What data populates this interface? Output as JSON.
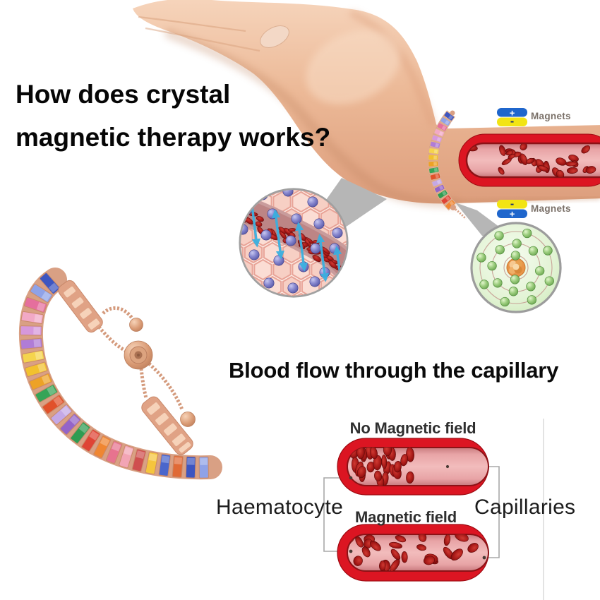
{
  "headline": {
    "line1": "How does crystal",
    "line2": "magnetic therapy works?"
  },
  "subheading": "Blood flow through the capillary",
  "magnets": {
    "label": "Magnets",
    "plus": "+",
    "minus": "-"
  },
  "capillary_diagram": {
    "top_vessel_label": "No Magnetic field",
    "bottom_vessel_label": "Magnetic field",
    "left_label": "Haematocyte",
    "right_label": "Capillaries"
  },
  "colors": {
    "magnet_blue": "#1f66cc",
    "magnet_yellow": "#f2e414",
    "magnet_minus_navy": "#1c2e6e",
    "vessel_red": "#dc1522",
    "vessel_dark_red": "#9e0b12",
    "blood_cell_red": "#a81a18",
    "skin": "#ecbb9c",
    "ion_purple": "#6a6ac0",
    "arrow_cyan": "#3aafdf",
    "electron_green": "#8cc878",
    "atom_bg_green": "#dff2d0",
    "rose_gold": "#d9a084",
    "callout_gray": "#b6b6b6",
    "bracket_gray": "#a8a8a8"
  },
  "bracelet_gem_palette": [
    "#3d55c0",
    "#8fa2e8",
    "#e56f9d",
    "#f2a9c6",
    "#d698dc",
    "#b07cd6",
    "#f5d44d",
    "#f2c12e",
    "#eda226",
    "#36a457",
    "#e1512a",
    "#c4a8e6",
    "#9464c8",
    "#2f9c52",
    "#df4435",
    "#ef8632",
    "#e7738f",
    "#f2a4b4",
    "#cf4f4f",
    "#f5c53d",
    "#4a66cc",
    "#e06a36"
  ]
}
